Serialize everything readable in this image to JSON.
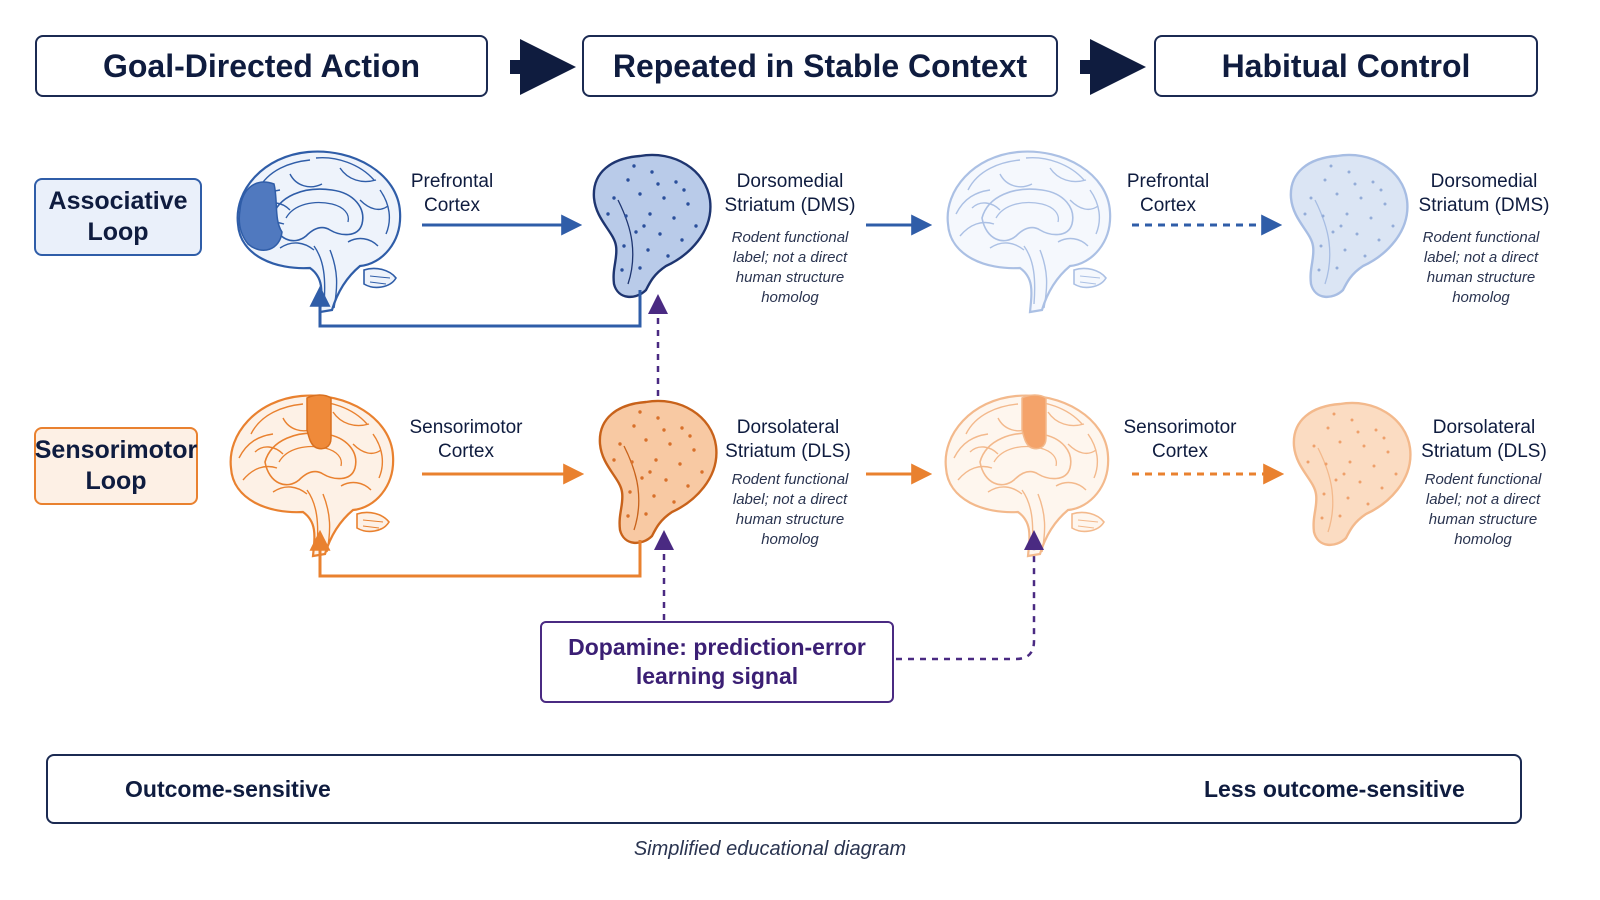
{
  "stages": [
    {
      "label": "Goal-Directed Action"
    },
    {
      "label": "Repeated in Stable Context"
    },
    {
      "label": "Habitual Control"
    }
  ],
  "loops": {
    "associative": {
      "line1": "Associative",
      "line2": "Loop"
    },
    "sensorimotor": {
      "line1": "Sensorimotor",
      "line2": "Loop"
    }
  },
  "regions": {
    "prefrontal": {
      "line1": "Prefrontal",
      "line2": "Cortex"
    },
    "dms": {
      "line1": "Dorsomedial",
      "line2": "Striatum (DMS)"
    },
    "sensorimotor_cortex": {
      "line1": "Sensorimotor",
      "line2": "Cortex"
    },
    "dls": {
      "line1": "Dorsolateral",
      "line2": "Striatum (DLS)"
    }
  },
  "note": {
    "line1": "Rodent functional",
    "line2": "label; not a direct",
    "line3": "human structure",
    "line4": "homolog"
  },
  "dopamine": {
    "line1": "Dopamine: prediction-error",
    "line2": "learning signal"
  },
  "gradient": {
    "left_label": "Outcome-sensitive",
    "right_label": "Less outcome-sensitive"
  },
  "footer": "Simplified educational diagram",
  "colors": {
    "navy": "#0f1c3f",
    "associative_blue": "#2f5da8",
    "sensorimotor_orange": "#e9812f",
    "dopamine_purple": "#4a2a82"
  }
}
